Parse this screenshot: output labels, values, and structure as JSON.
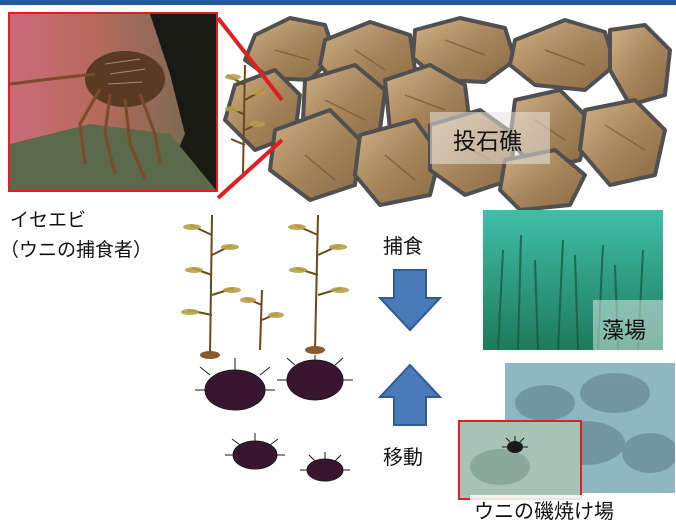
{
  "labels": {
    "artificial_reef": "投石礁",
    "lobster_name": "イセエビ",
    "lobster_role": "（ウニの捕食者）",
    "predation": "捕食",
    "migration": "移動",
    "seaweed_bed": "藻場",
    "urchin_barren": "ウニの磯焼け場"
  },
  "colors": {
    "arrow_fill": "#4a7ab8",
    "arrow_stroke": "#2f5a92",
    "rock_fill": "#b8956a",
    "rock_stroke": "#505050",
    "callout_red": "#e02020",
    "seaweed_photo": "#2fa18c",
    "barren_photo": "#7fa7b2"
  }
}
